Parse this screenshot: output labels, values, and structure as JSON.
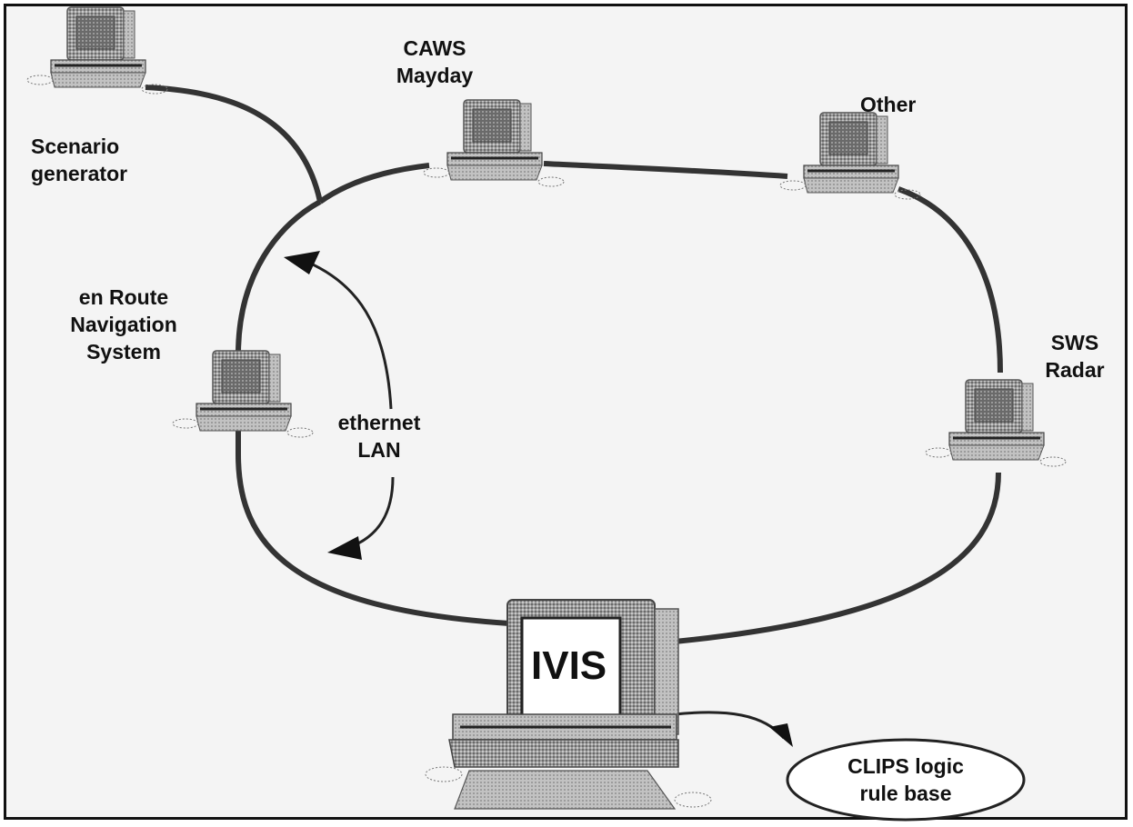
{
  "labels": {
    "scenario": [
      "Scenario",
      "generator"
    ],
    "caws": [
      "CAWS",
      "Mayday"
    ],
    "other": "Other",
    "enroute": [
      "en Route",
      "Navigation",
      "System"
    ],
    "sws": [
      "SWS",
      "Radar"
    ],
    "ethernet": [
      "ethernet",
      "LAN"
    ],
    "ivis_screen": "IVIS",
    "clips": [
      "CLIPS logic",
      "rule base"
    ]
  },
  "icons": {
    "workstation": "computer-workstation-icon",
    "arrow": "arrow-head-icon"
  },
  "colors": {
    "line": "#333333",
    "border": "#111111",
    "background": "#f4f4f4"
  }
}
